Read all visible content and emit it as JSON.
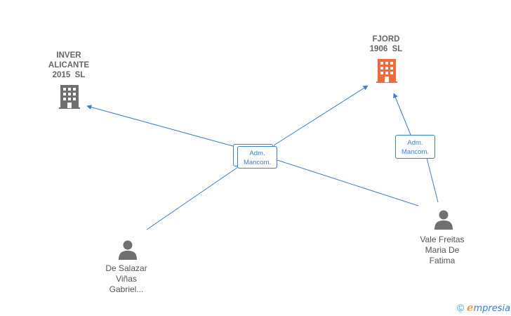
{
  "nodes": {
    "inver": {
      "lines": [
        "INVER",
        "ALICANTE",
        "2015  SL"
      ],
      "type": "company",
      "color": "#707070"
    },
    "fjord": {
      "lines": [
        "FJORD",
        "1906  SL"
      ],
      "type": "company",
      "color": "#f26a3a"
    },
    "desalazar": {
      "lines": [
        "De Salazar",
        "Viñas",
        "Gabriel..."
      ],
      "type": "person",
      "color": "#707070"
    },
    "vale": {
      "lines": [
        "Vale Freitas",
        "Maria De",
        "Fatima"
      ],
      "type": "person",
      "color": "#707070"
    }
  },
  "relations": {
    "center": {
      "line1": "Adm.",
      "line2": "Mancom."
    },
    "right": {
      "line1": "Adm.",
      "line2": "Mancom."
    }
  },
  "edge_color": "#3b7fd0",
  "brand": {
    "copyright": "©",
    "initial": "e",
    "rest": "mpresia"
  }
}
